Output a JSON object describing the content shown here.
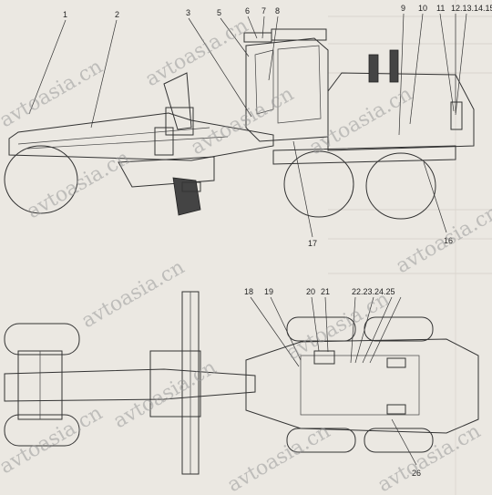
{
  "callouts_side": [
    "1",
    "2",
    "3",
    "5",
    "6",
    "7",
    "8",
    "9",
    "10",
    "11",
    "12.13.14.15",
    "16",
    "17"
  ],
  "callouts_top": [
    "18",
    "19",
    "20",
    "21",
    "22.23.24.25",
    "26"
  ],
  "watermark_text": "avtoasia.cn"
}
